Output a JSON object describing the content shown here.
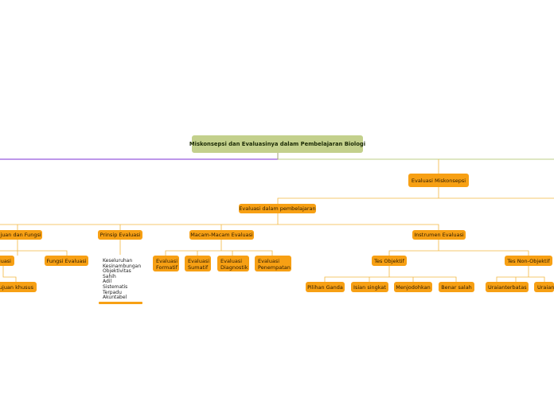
{
  "root": {
    "label": "Miskonsepsi dan Evaluasinya dalam Pembelajaran Biologi"
  },
  "evaluasi_miskonsepsi": {
    "label": "Evaluasi Miskonsepsi"
  },
  "evaluasi_pembelajaran": {
    "label": "Evaluasi dalam pembelajaran"
  },
  "tujuan_fungsi": {
    "label": "Tujuan dan Fungsi",
    "children": [
      "luasi",
      "Fungsi Evaluasi"
    ],
    "grandchild": "Tujuan khusus"
  },
  "prinsip": {
    "label": "Prinsip Evaluasi",
    "items": [
      "Keseluruhan",
      "Kesinambungan",
      "Objektivitas",
      "Sahih",
      "Adil",
      "Sistematis",
      "Terpadu",
      "Akuntabel"
    ]
  },
  "macam": {
    "label": "Macam-Macam Evaluasi",
    "children": [
      {
        "line1": "Evaluasi",
        "line2": "Formatif"
      },
      {
        "line1": "Evaluasi",
        "line2": "Sumatif"
      },
      {
        "line1": "Evaluasi",
        "line2": "Diagnostik"
      },
      {
        "line1": "Evaluasi",
        "line2": "Penempatan"
      }
    ]
  },
  "instrumen": {
    "label": "Instrumen Evaluasi",
    "objektif": {
      "label": "Tes Objektif",
      "children": [
        "Pilihan Ganda",
        "Isian singkat",
        "Menjodohkan",
        "Benar salah"
      ]
    },
    "non_objektif": {
      "label": "Tes Non-Objektif",
      "children": [
        "Uraian",
        "terbatas",
        "Uraian"
      ]
    }
  },
  "colors": {
    "node": "#f7a014",
    "connector": "#f4b840",
    "root": "#c3d08c",
    "purple_line": "#7b2fd6",
    "green_line": "#a8c060"
  }
}
